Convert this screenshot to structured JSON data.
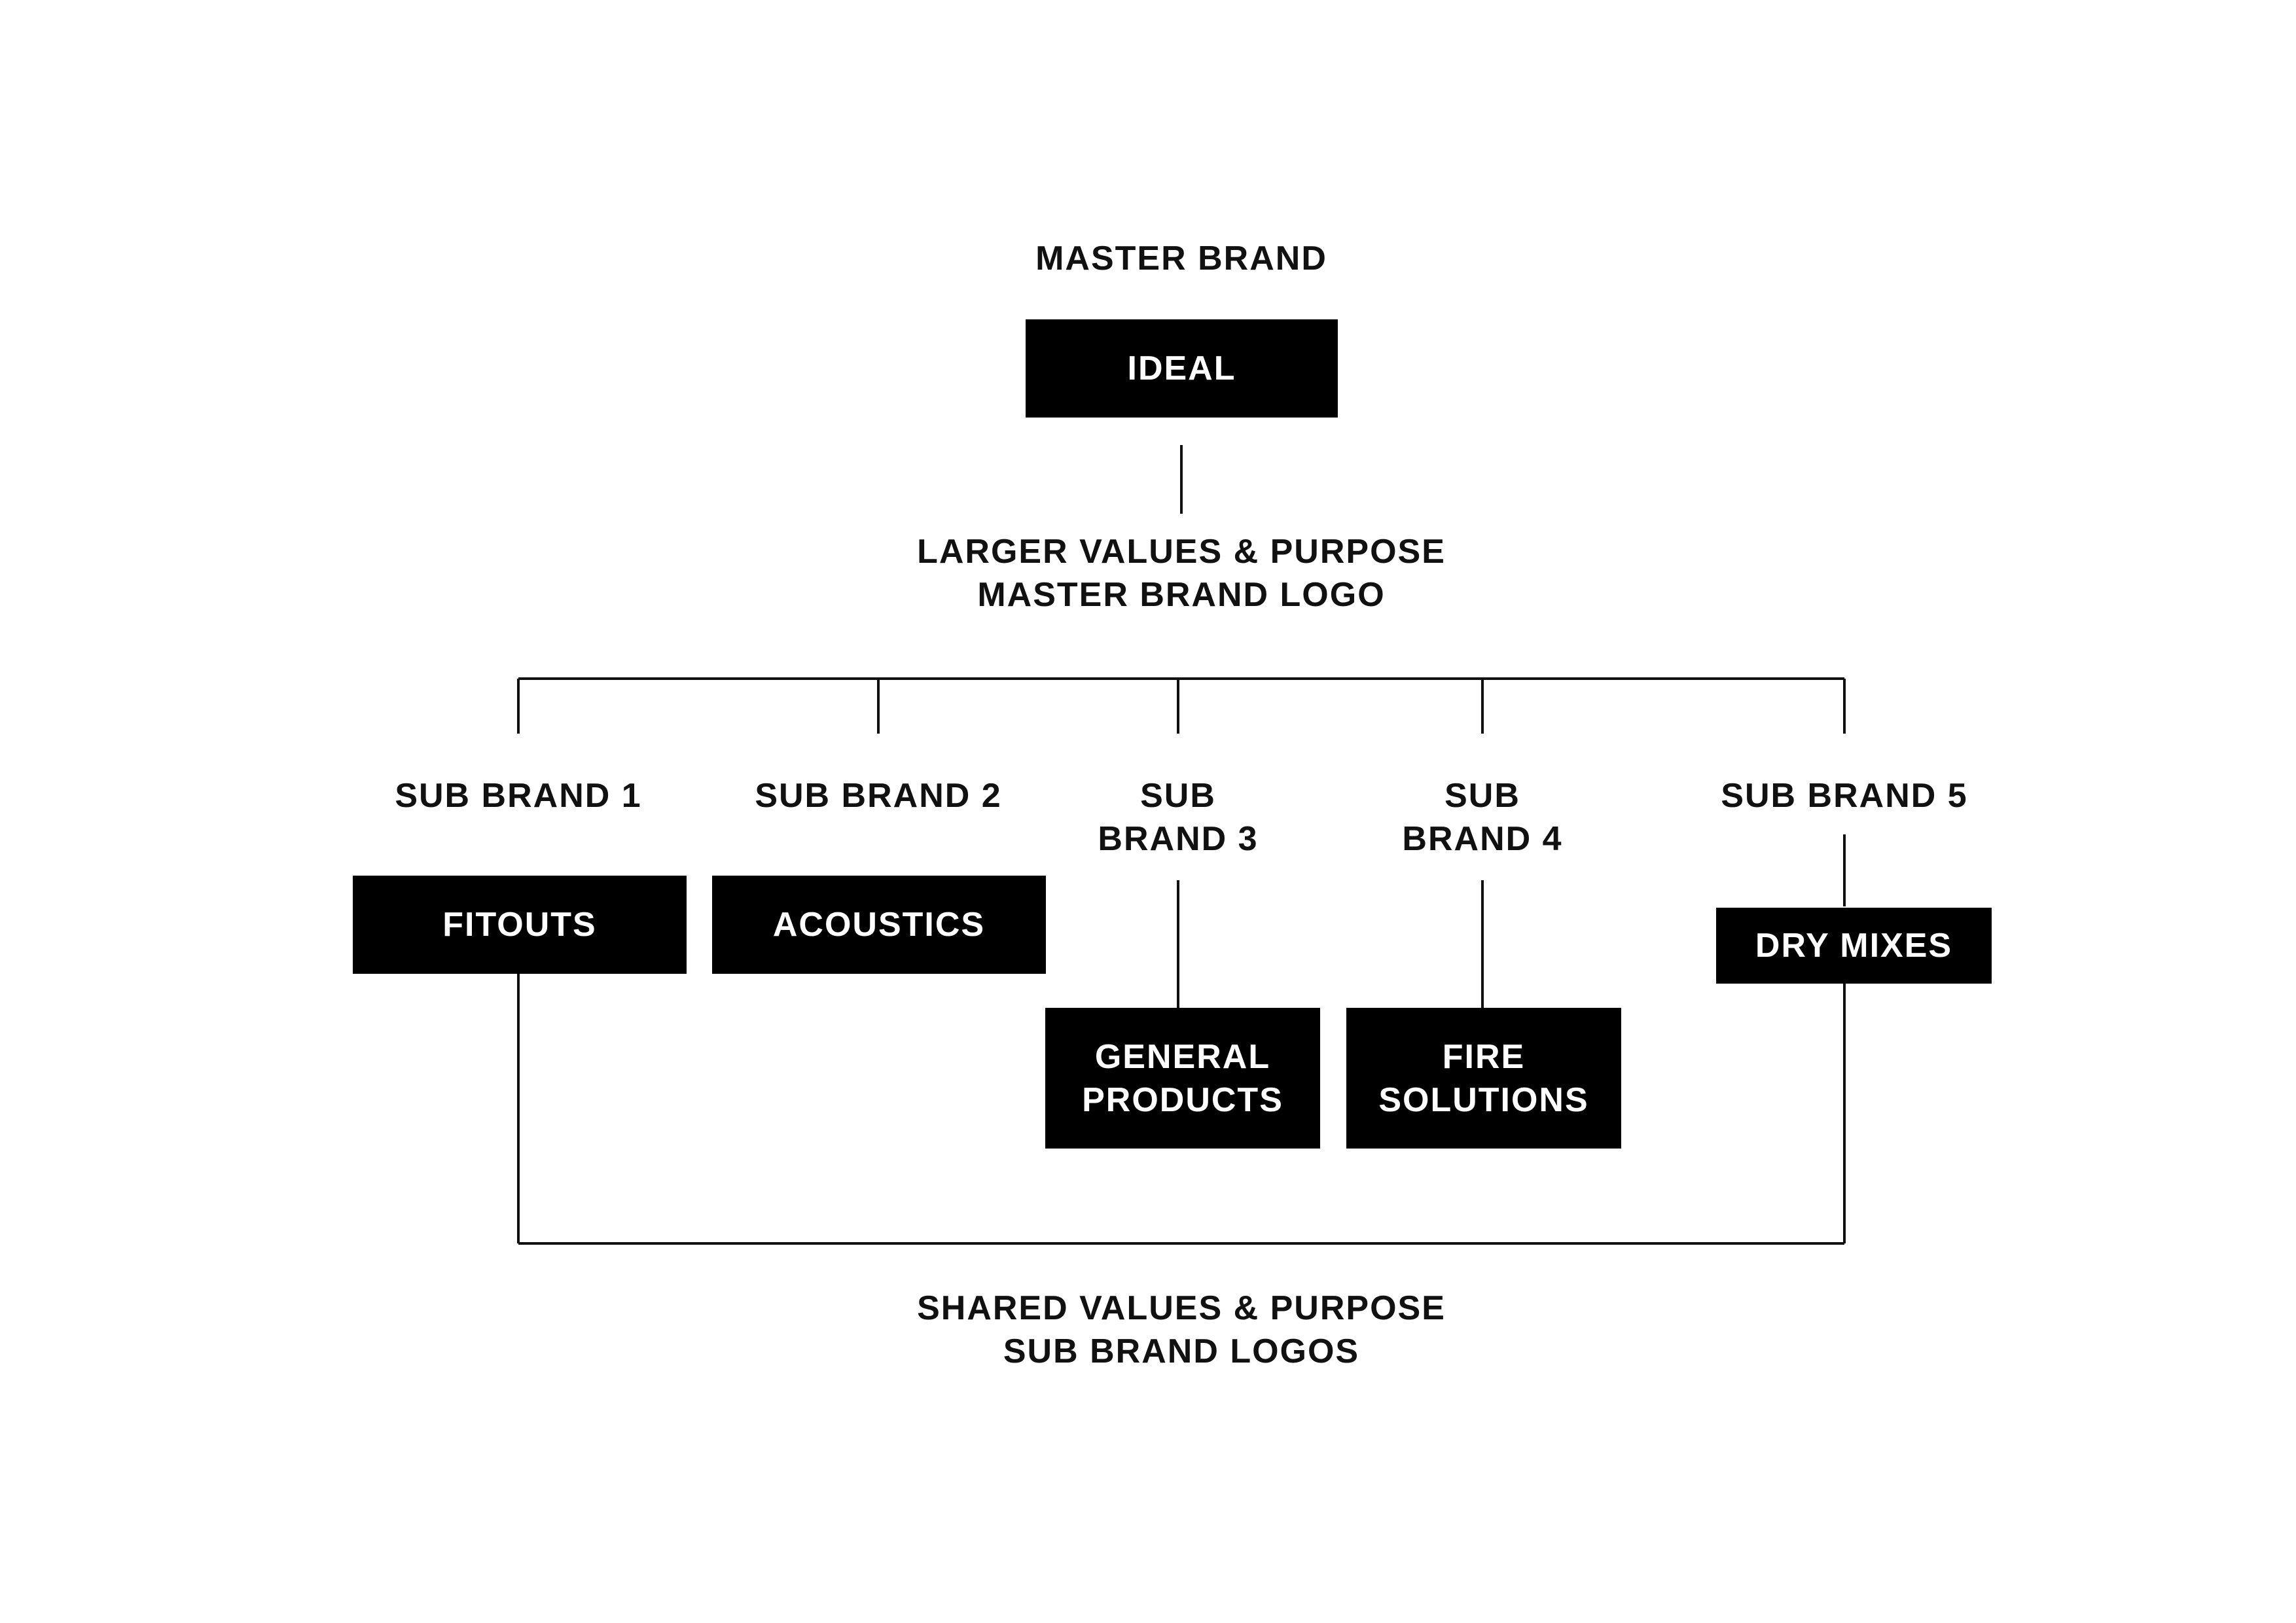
{
  "master": {
    "heading": "MASTER BRAND",
    "name": "IDEAL",
    "caption_line1": "LARGER VALUES & PURPOSE",
    "caption_line2": "MASTER BRAND LOGO"
  },
  "sub_brands": [
    {
      "heading": "SUB BRAND 1",
      "name": "FITOUTS"
    },
    {
      "heading": "SUB BRAND 2",
      "name": "ACOUSTICS"
    },
    {
      "heading_line1": "SUB",
      "heading_line2": "BRAND 3",
      "name_line1": "GENERAL",
      "name_line2": "PRODUCTS"
    },
    {
      "heading_line1": "SUB",
      "heading_line2": "BRAND 4",
      "name_line1": "FIRE",
      "name_line2": "SOLUTIONS"
    },
    {
      "heading": "SUB BRAND 5",
      "name": "DRY MIXES"
    }
  ],
  "footer": {
    "caption_line1": "SHARED VALUES & PURPOSE",
    "caption_line2": "SUB BRAND LOGOS"
  },
  "colors": {
    "box_fill": "#000000",
    "box_text": "#ffffff",
    "line": "#111111",
    "text": "#111111"
  }
}
